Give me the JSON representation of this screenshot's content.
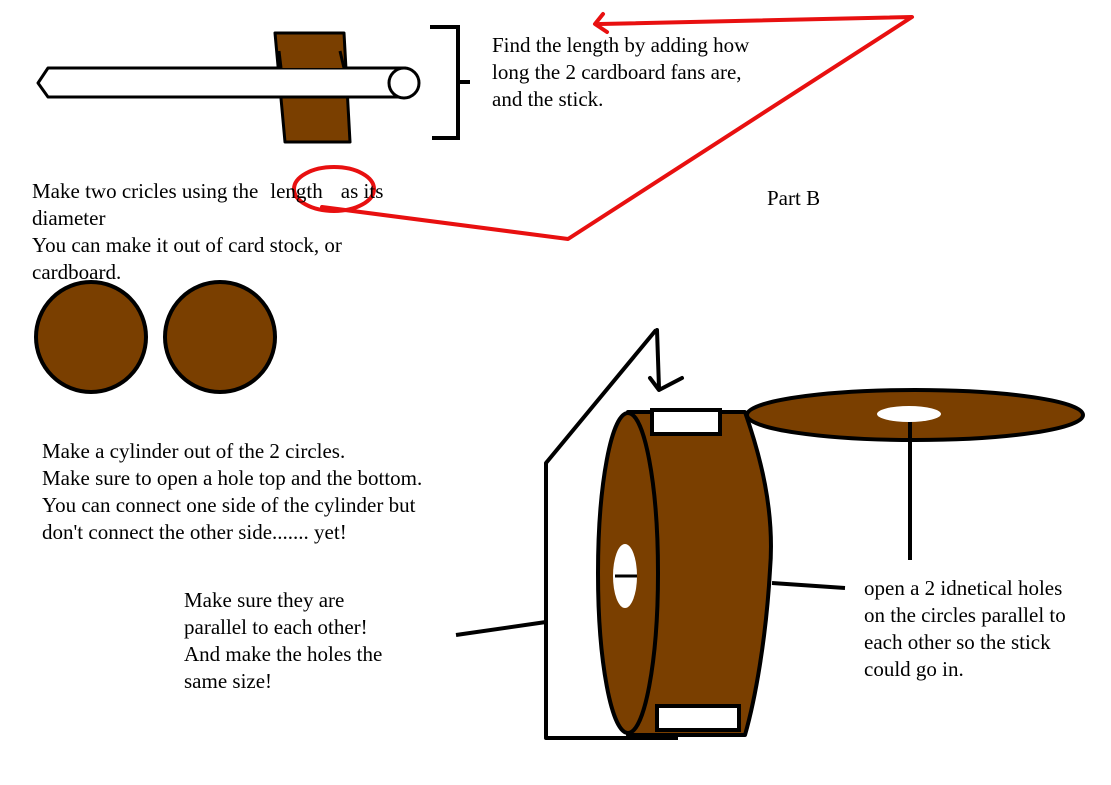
{
  "colors": {
    "cardboard": "#7a3f00",
    "outline": "#000000",
    "highlight": "#e81010",
    "hole": "#ffffff"
  },
  "texts": {
    "find_length": [
      "Find the length by adding how",
      "long the 2 cardboard fans are,",
      "and the stick."
    ],
    "make_circles": {
      "line1_before": "Make two cricles using the",
      "line1_circled": "length",
      "line1_after": "as its",
      "rest": [
        "diameter",
        "You can make it out of card stock, or",
        "cardboard."
      ]
    },
    "part_b": "Part B",
    "make_cylinder": [
      "Make a cylinder out of the 2 circles.",
      "Make sure to open a hole top and the bottom.",
      "You can connect one side of the cylinder but",
      "don't connect the other side....... yet!"
    ],
    "parallel": [
      "Make sure they are",
      "parallel to each other!",
      "And make the holes the",
      "same size!"
    ],
    "open_holes": [
      "open a 2 idnetical holes",
      "on the circles parallel to",
      "each other so the stick",
      "could go in."
    ]
  }
}
